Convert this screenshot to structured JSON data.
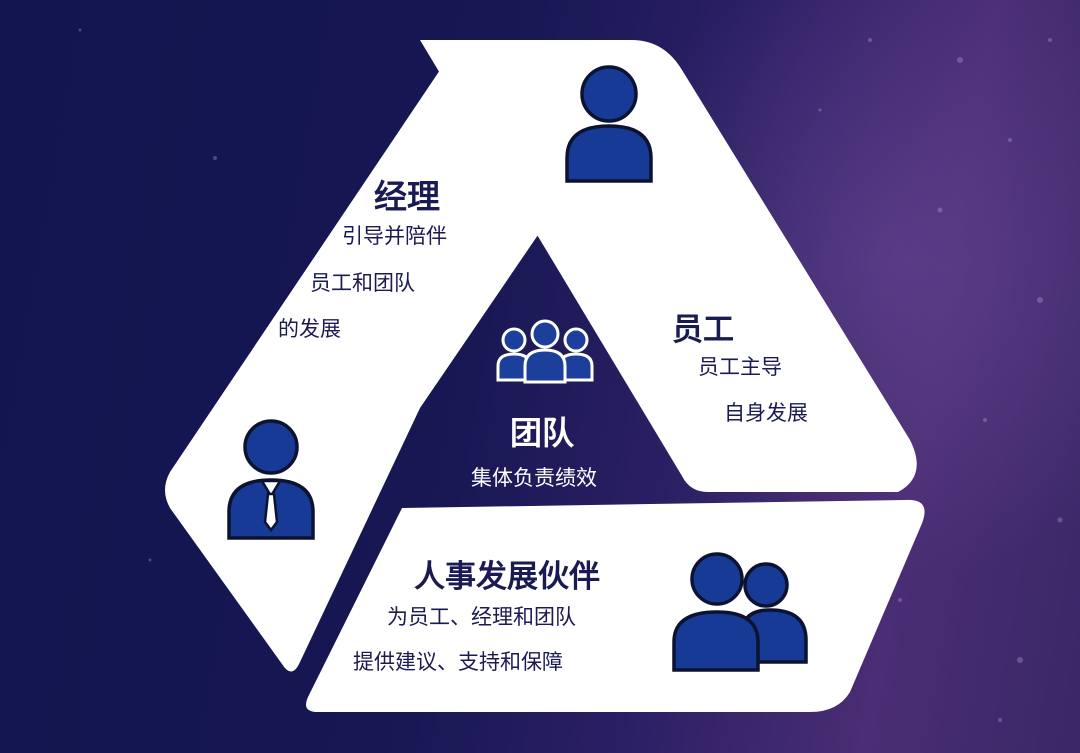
{
  "manager": {
    "title": "经理",
    "lines": [
      "引导并陪伴",
      "员工和团队",
      "的发展"
    ],
    "icon": "manager-person-tie-icon"
  },
  "employee": {
    "title": "员工",
    "lines": [
      "员工主导",
      "自身发展"
    ],
    "icon": "person-icon"
  },
  "team": {
    "title": "团队",
    "subtitle": "集体负责绩效",
    "icon": "team-group-icon"
  },
  "hr_partner": {
    "title": "人事发展伙伴",
    "lines": [
      "为员工、经理和团队",
      "提供建议、支持和保障"
    ],
    "icon": "two-people-icon"
  },
  "colors": {
    "icon_fill": "#163a96",
    "icon_stroke": "#0c1330",
    "panel": "#ffffff",
    "text_dark": "#1a1b52",
    "background_dark": "#12154f",
    "background_purple": "#4a2d74"
  }
}
